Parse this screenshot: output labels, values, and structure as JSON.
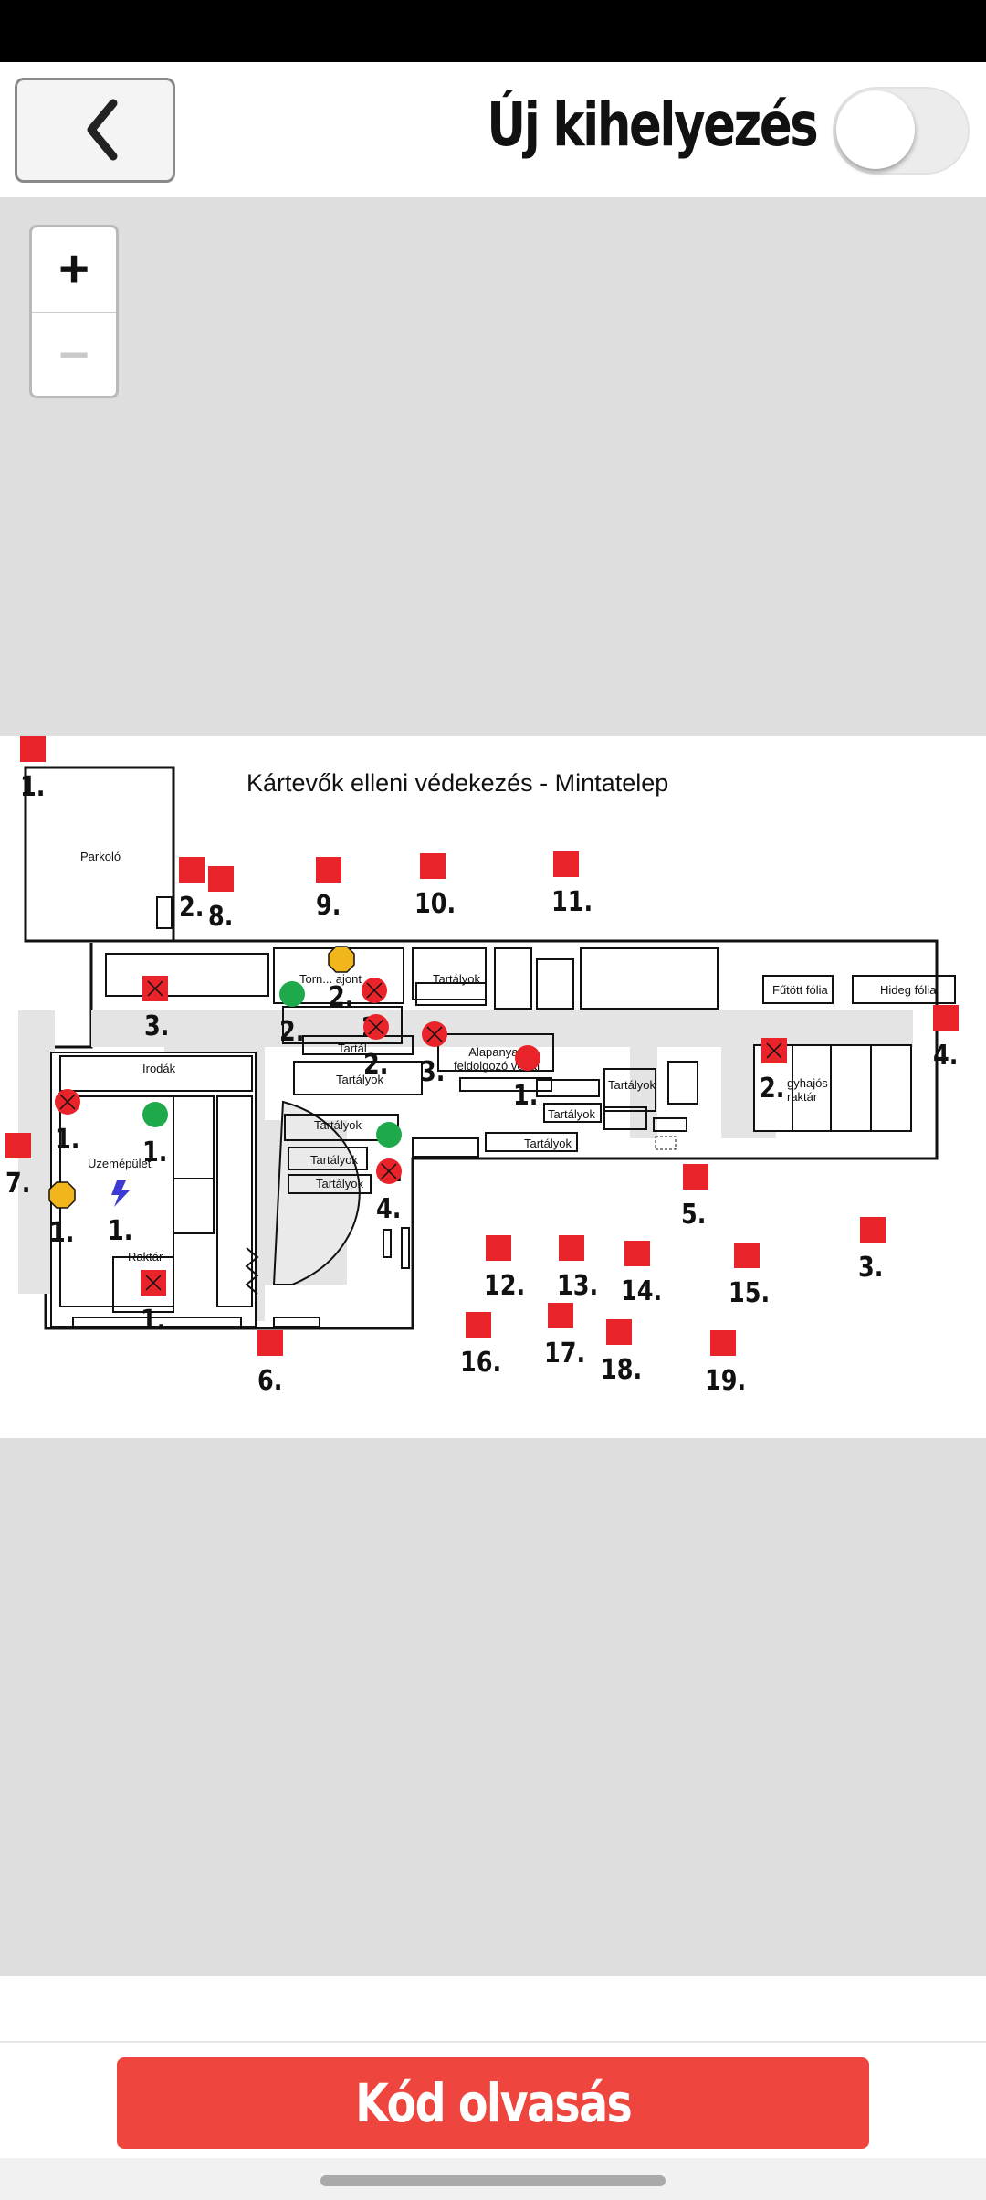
{
  "header": {
    "title": "Új kihelyezés",
    "back_icon": "chevron-left-icon",
    "toggle": {
      "on": false
    }
  },
  "map": {
    "zoom_in_label": "+",
    "zoom_out_label": "−",
    "plan_title_a": "Kártevők elleni védekezés - ",
    "plan_title_b": "Mintatelep",
    "rooms": {
      "parkolo": "Parkoló",
      "irodak": "Irodák",
      "uzemepulet": "Üzemépület",
      "raktar": "Raktár",
      "futott_folia": "Fűtött fólia",
      "hideg_folia": "Hideg fólia",
      "tartalyok": "Tartályok",
      "tartal": "Tartál",
      "alapanyag": "Alapanyag feldolgozó vonal",
      "hutohajos": "gyhajós raktár",
      "tornacsarnok": "Torn... ajont"
    },
    "markers": [
      {
        "label": "1.",
        "type": "square",
        "color": "#e8232a"
      },
      {
        "label": "2.",
        "type": "square",
        "color": "#e8232a"
      },
      {
        "label": "8.",
        "type": "square",
        "color": "#e8232a"
      },
      {
        "label": "9.",
        "type": "square",
        "color": "#e8232a"
      },
      {
        "label": "10.",
        "type": "square",
        "color": "#e8232a"
      },
      {
        "label": "11.",
        "type": "square",
        "color": "#e8232a"
      },
      {
        "label": "3.",
        "type": "square-x",
        "color": "#e8232a"
      },
      {
        "label": "2.",
        "type": "circle",
        "color": "#1ea94a"
      },
      {
        "label": "2.",
        "type": "circle-x",
        "color": "#e8232a"
      },
      {
        "label": "2.",
        "type": "octagon",
        "color": "#f2b61d"
      },
      {
        "label": "2.",
        "type": "circle-x",
        "color": "#e8232a"
      },
      {
        "label": "3.",
        "type": "circle-x",
        "color": "#e8232a"
      },
      {
        "label": "1.",
        "type": "circle",
        "color": "#e8232a"
      },
      {
        "label": "2.",
        "type": "square-x",
        "color": "#e8232a"
      },
      {
        "label": "4.",
        "type": "square",
        "color": "#e8232a"
      },
      {
        "label": "1.",
        "type": "circle-x",
        "color": "#e8232a"
      },
      {
        "label": "1.",
        "type": "circle",
        "color": "#1ea94a"
      },
      {
        "label": "7.",
        "type": "square",
        "color": "#e8232a"
      },
      {
        "label": "1.",
        "type": "octagon",
        "color": "#f2b61d"
      },
      {
        "label": "1.",
        "type": "bolt",
        "color": "#3b3bd1"
      },
      {
        "label": "1.",
        "type": "square-x",
        "color": "#e8232a"
      },
      {
        "label": "5.",
        "type": "square",
        "color": "#e8232a"
      },
      {
        "label": "3.",
        "type": "square",
        "color": "#e8232a"
      },
      {
        "label": "3.",
        "type": "circle",
        "color": "#1ea94a"
      },
      {
        "label": "4.",
        "type": "circle-x",
        "color": "#e8232a"
      },
      {
        "label": "12.",
        "type": "square",
        "color": "#e8232a"
      },
      {
        "label": "13.",
        "type": "square",
        "color": "#e8232a"
      },
      {
        "label": "14.",
        "type": "square",
        "color": "#e8232a"
      },
      {
        "label": "15.",
        "type": "square",
        "color": "#e8232a"
      },
      {
        "label": "16.",
        "type": "square",
        "color": "#e8232a"
      },
      {
        "label": "17.",
        "type": "square",
        "color": "#e8232a"
      },
      {
        "label": "18.",
        "type": "square",
        "color": "#e8232a"
      },
      {
        "label": "19.",
        "type": "square",
        "color": "#e8232a"
      },
      {
        "label": "6.",
        "type": "square",
        "color": "#e8232a"
      }
    ]
  },
  "footer": {
    "button_label": "Kód olvasás",
    "button_color": "#ee463e"
  }
}
